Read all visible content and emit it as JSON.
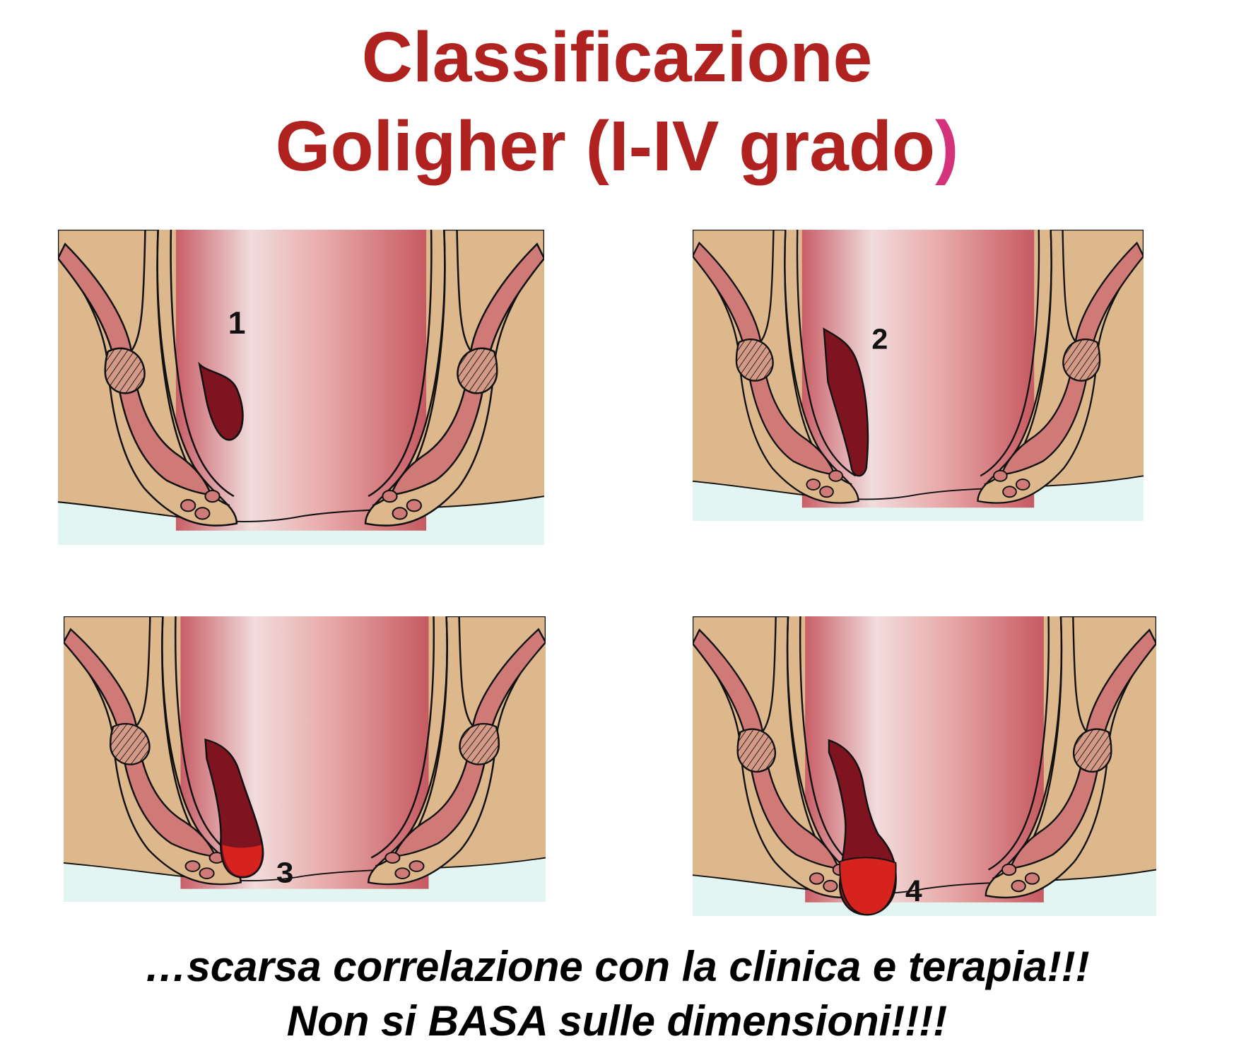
{
  "title": {
    "line1": "Classificazione",
    "line2_main": "Goligher (I-IV grado",
    "line2_close": ")"
  },
  "panels": [
    {
      "grade": "1"
    },
    {
      "grade": "2"
    },
    {
      "grade": "3"
    },
    {
      "grade": "4"
    }
  ],
  "footer": {
    "line1": "…scarsa correlazione con la clinica e terapia!!!",
    "line2": "Non si BASA sulle dimensioni!!!!"
  },
  "colors": {
    "title": "#b0221f",
    "title_accent": "#d4337a",
    "skin": "#ddb88c",
    "muscle": "#d07a78",
    "lumen": "#cf6f72",
    "hemorrhoid": "#7d1420",
    "prolapse": "#d6231d",
    "floor": "#e2f5f2"
  }
}
